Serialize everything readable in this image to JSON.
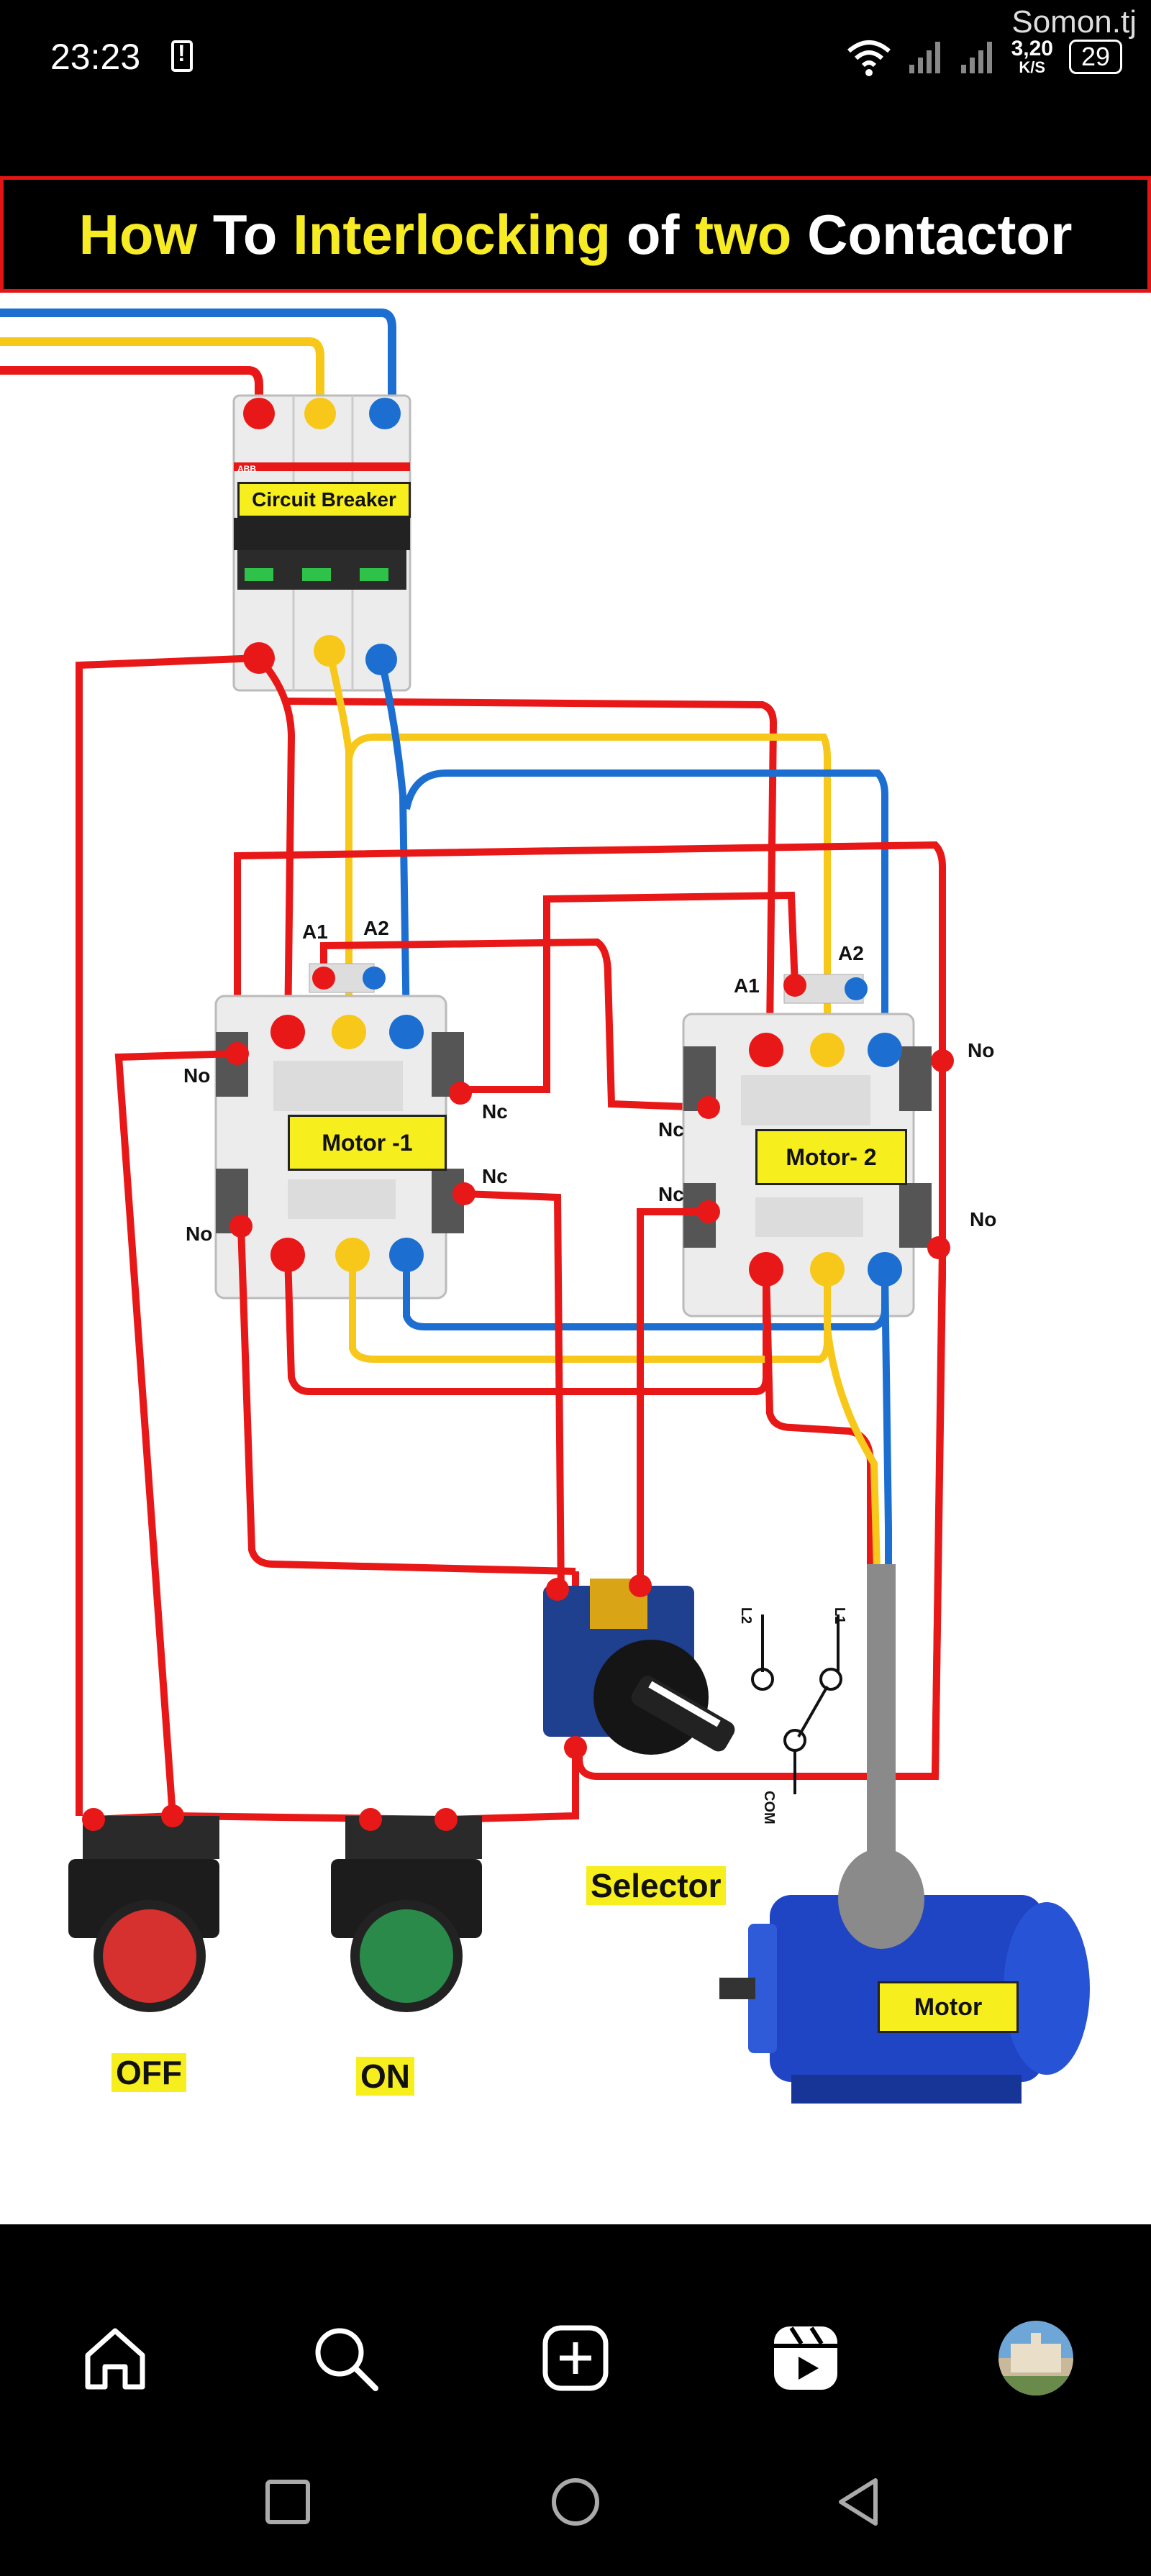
{
  "status_bar": {
    "time": "23:23",
    "watermark": "Somon.tj",
    "net_speed_value": "3,20",
    "net_speed_unit": "K/S",
    "battery": "29"
  },
  "diagram": {
    "title_parts": [
      {
        "text": "How",
        "color": "yellow"
      },
      {
        "text": " To ",
        "color": "white"
      },
      {
        "text": "Interlocking",
        "color": "yellow"
      },
      {
        "text": " of ",
        "color": "white"
      },
      {
        "text": "two",
        "color": "yellow"
      },
      {
        "text": " Contactor",
        "color": "white"
      }
    ],
    "breaker_label": "Circuit Breaker",
    "breaker_brand": "ABB",
    "motor1_label": "Motor -1",
    "motor2_label": "Motor- 2",
    "a1": "A1",
    "a2": "A2",
    "no": "No",
    "nc": "Nc",
    "selector_label": "Selector",
    "selector_l1": "L1",
    "selector_l2": "L2",
    "selector_com": "COM",
    "motor_label": "Motor",
    "off_label": "OFF",
    "on_label": "ON",
    "wire_colors": {
      "red": "#e81818",
      "yellow": "#f7c81a",
      "blue": "#1c6fd1"
    }
  },
  "nav": {
    "items": [
      {
        "icon": "home-icon"
      },
      {
        "icon": "search-icon"
      },
      {
        "icon": "create-icon"
      },
      {
        "icon": "reels-icon"
      },
      {
        "icon": "profile-avatar"
      }
    ]
  },
  "system_nav": {
    "items": [
      {
        "icon": "recents-icon"
      },
      {
        "icon": "home-circle-icon"
      },
      {
        "icon": "back-icon"
      }
    ]
  }
}
